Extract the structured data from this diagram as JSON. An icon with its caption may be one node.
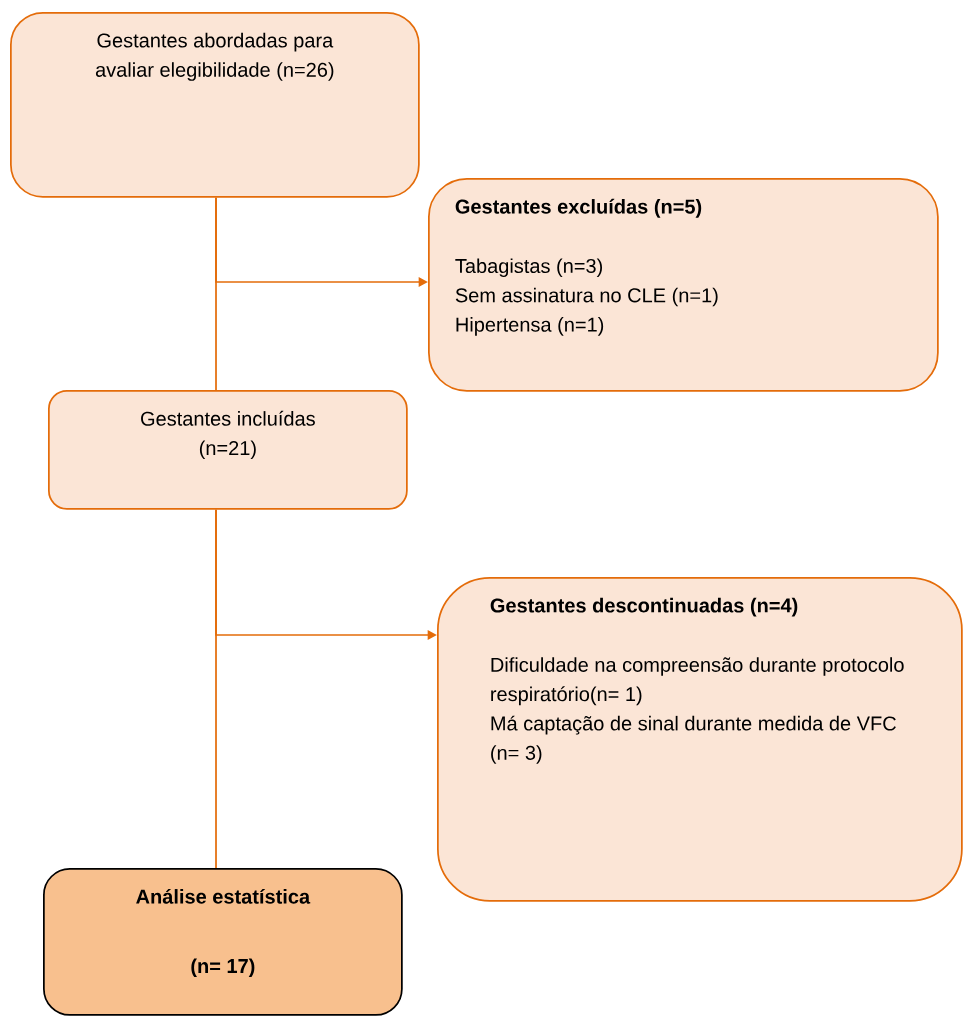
{
  "diagram": {
    "nodes": [
      {
        "text": [
          "Gestantes abordadas para avaliar elegibilidade (n=26)"
        ]
      },
      {
        "text": [
          "Gestantes excluídas (n=5)",
          "Tabagistas (n=3)",
          "Sem assinatura no CLE (n=1)",
          "Hipertensa (n=1)"
        ]
      },
      {
        "text": [
          "Gestantes incluídas (n=21)"
        ]
      },
      {
        "text": [
          "Gestantes descontinuadas (n=4)",
          "Dificuldade na compreensão durante protocolo respiratório(n= 1)",
          "Má captação de sinal durante medida de VFC (n= 3)"
        ]
      },
      {
        "text": [
          "Análise estatística",
          "(n= 17)"
        ]
      }
    ],
    "edges": [
      {
        "from": 0,
        "to": 2,
        "arrow": "none"
      },
      {
        "from": 0,
        "to": 1,
        "arrow": "to"
      },
      {
        "from": 2,
        "to": 3,
        "arrow": "to"
      },
      {
        "from": 2,
        "to": 4,
        "arrow": "none"
      }
    ]
  }
}
